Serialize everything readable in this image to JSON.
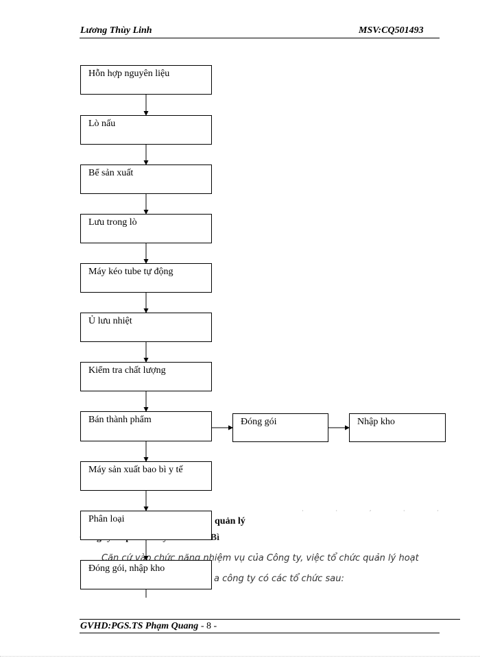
{
  "header": {
    "author": "Lương Thùy Linh",
    "student_id": "MSV:CQ501493"
  },
  "flowchart": {
    "steps": [
      "Hỗn hợp nguyên liệu",
      "Lò nấu",
      "Bể sản xuất",
      "Lưu trong lò",
      "Máy kéo tube tự động",
      "Ủ lưu nhiệt",
      "Kiểm tra chất lượng",
      "Bán thành phẩm",
      "Máy sản xuất bao bì y tế",
      "Phân loại",
      "Đóng gói, nhập kho"
    ],
    "branch": [
      "Đóng gói",
      "Nhập kho"
    ]
  },
  "body": {
    "section_title": "quản lý",
    "company_line": "Công ty cổ phần thủy tinh Thái Bì",
    "paragraph_1": "Căn cứ vào chức năng nhiệm vụ của Công ty, việc tổ chức quản lý hoạt",
    "paragraph_2": "a công ty có các tổ chức sau:"
  },
  "footer": {
    "advisor": "GVHD:PGS.TS Phạm Quang",
    "page": " - 8 -"
  }
}
